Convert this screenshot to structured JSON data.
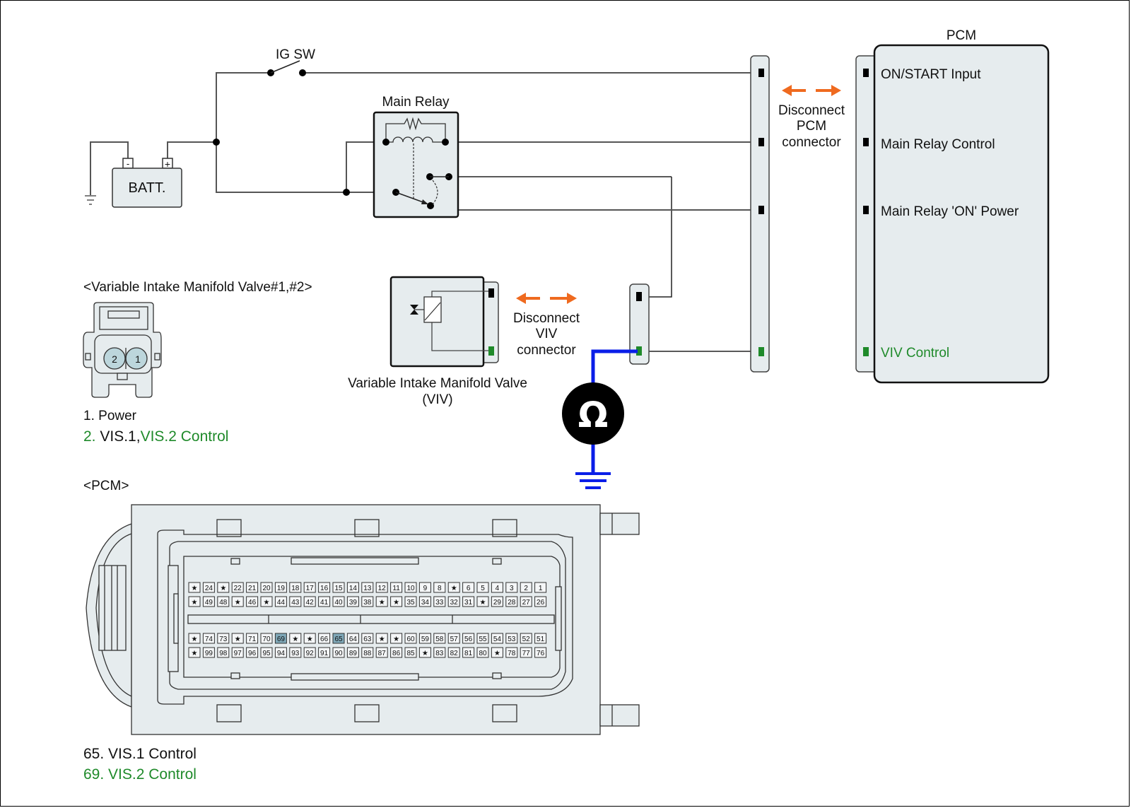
{
  "colors": {
    "component_fill": "#e6ecee",
    "wire": "#555555",
    "pin_black": "#000000",
    "pin_green": "#1f8a2a",
    "green_text": "#1f8a2a",
    "arrow_orange": "#ef6a1f",
    "meter_lead_blue": "#0a1ee8",
    "highlight_pin": "#7fa8b8"
  },
  "circuit": {
    "ig_switch_label": "IG SW",
    "battery_label": "BATT.",
    "battery_neg": "-",
    "battery_pos": "+",
    "main_relay_label": "Main Relay",
    "pcm_title": "PCM",
    "pcm_pins": [
      {
        "label": "ON/START Input",
        "color": "black"
      },
      {
        "label": "Main Relay Control",
        "color": "black"
      },
      {
        "label": "Main Relay 'ON' Power",
        "color": "black"
      },
      {
        "label": "VIV Control",
        "color": "green"
      }
    ],
    "disconnect_pcm": [
      "Disconnect",
      "PCM",
      "connector"
    ],
    "disconnect_viv": [
      "Disconnect",
      "VIV",
      "connector"
    ],
    "viv_label_line1": "Variable Intake Manifold Valve",
    "viv_label_line2": "(VIV)",
    "ohmmeter_symbol": "Ω"
  },
  "viv_connector": {
    "title": "<Variable Intake Manifold Valve#1,#2>",
    "pins": [
      "2",
      "1"
    ],
    "legend": [
      {
        "num": "1.",
        "text": "Power",
        "green": false
      },
      {
        "num": "2.",
        "text_black": "VIS.1,",
        "text_green": "VIS.2 Control",
        "green": true
      }
    ]
  },
  "pcm_connector": {
    "title": "<PCM>",
    "rows": [
      [
        "★",
        "24",
        "★",
        "22",
        "21",
        "20",
        "19",
        "18",
        "17",
        "16",
        "15",
        "14",
        "13",
        "12",
        "11",
        "10",
        "9",
        "8",
        "★",
        "6",
        "5",
        "4",
        "3",
        "2",
        "1"
      ],
      [
        "★",
        "49",
        "48",
        "★",
        "46",
        "★",
        "44",
        "43",
        "42",
        "41",
        "40",
        "39",
        "38",
        "★",
        "★",
        "35",
        "34",
        "33",
        "32",
        "31",
        "★",
        "29",
        "28",
        "27",
        "26"
      ],
      [
        "★",
        "74",
        "73",
        "★",
        "71",
        "70",
        "69",
        "★",
        "★",
        "66",
        "65",
        "64",
        "63",
        "★",
        "★",
        "60",
        "59",
        "58",
        "57",
        "56",
        "55",
        "54",
        "53",
        "52",
        "51"
      ],
      [
        "★",
        "99",
        "98",
        "97",
        "96",
        "95",
        "94",
        "93",
        "92",
        "91",
        "90",
        "89",
        "88",
        "87",
        "86",
        "85",
        "★",
        "83",
        "82",
        "81",
        "80",
        "★",
        "78",
        "77",
        "76"
      ]
    ],
    "highlighted_pins": [
      "65",
      "69"
    ],
    "legend": [
      {
        "text": "65. VIS.1 Control",
        "green": false
      },
      {
        "text": "69. VIS.2 Control",
        "green": true
      }
    ]
  }
}
